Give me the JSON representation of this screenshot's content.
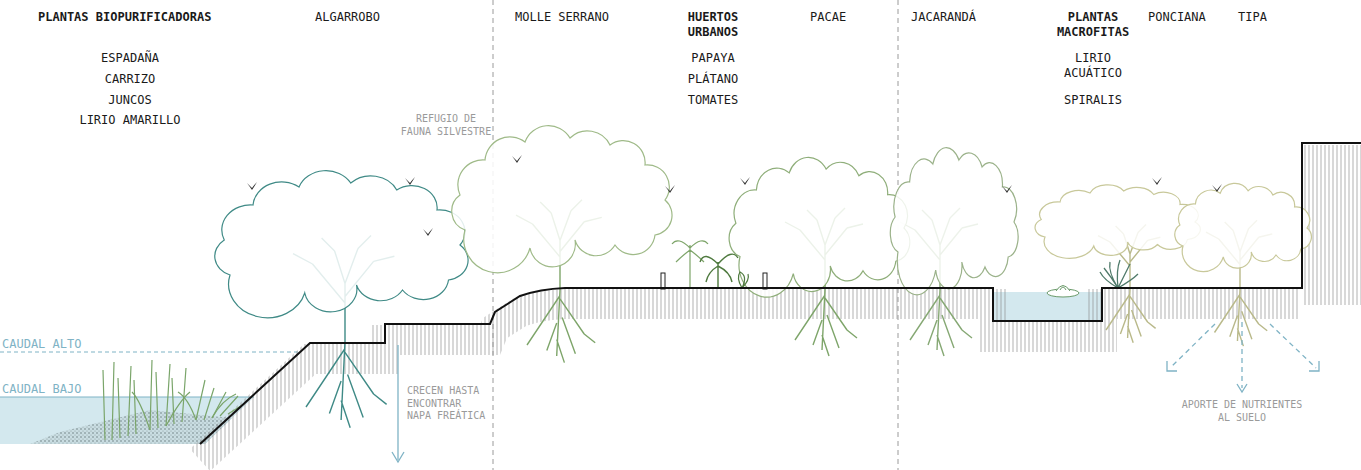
{
  "diagram": {
    "labels": [
      "PLANTAS BIOPURIFICADORAS",
      "ESPADAÑA",
      "CARRIZO",
      "JUNCOS",
      "LIRIO AMARILLO",
      "ALGARROBO",
      "REFUGIO DE FAUNA SILVESTRE",
      "MOLLE SERRANO",
      "HUERTOS URBANOS",
      "PAPAYA",
      "PLÁTANO",
      "TOMATES",
      "PACAE",
      "JACARANDÁ",
      "PLANTAS MACROFITAS",
      "LIRIO ACUÁTICO",
      "SPIRALIS",
      "PONCIANA",
      "TIPA",
      "CAUDAL ALTO",
      "CAUDAL BAJO",
      "CRECEN HASTA ENCONTRAR NAPA FREÁTICA",
      "APORTE DE NUTRIENTES AL SUELO"
    ]
  }
}
